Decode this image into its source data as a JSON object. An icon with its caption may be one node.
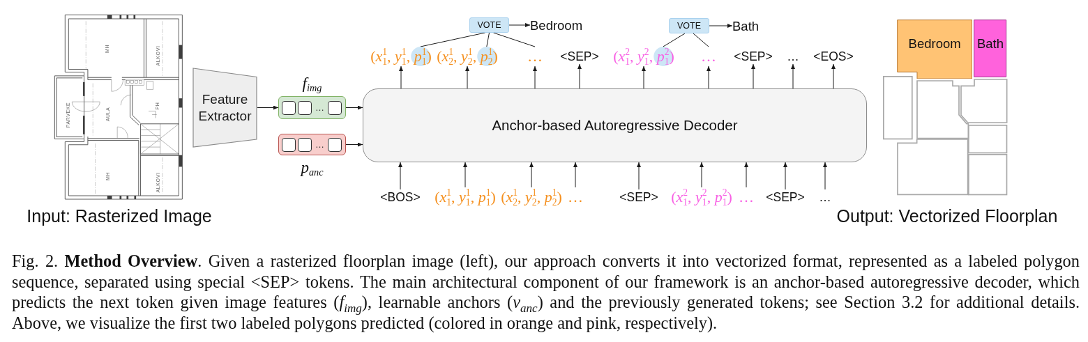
{
  "diagram": {
    "caption": "Fig. 2. **Method Overview**. Given a rasterized floorplan image (left), our approach converts it into vectorized format, represented as a labeled polygon sequence, separated using special <SEP> tokens. The main architectural component of our framework is an anchor-based autoregressive decoder, which predicts the next token given image features (*f*$_{img}$), learnable anchors (*v*$_{anc}$) and the previously generated tokens; see Section 3.2 for additional details. Above, we visualize the first two labeled polygons predicted (colored in orange and pink, respectively).",
    "nodes": [
      {
        "text": [],
        "shape": "picture",
        "beside": [
          "Input: Rasterized Image"
        ]
      },
      {
        "text": [
          "Feature Extractor"
        ]
      },
      {
        "text": [
          "f$_{img}$",
          "…"
        ]
      },
      {
        "text": [
          "…",
          "p$_{anc}$"
        ]
      },
      {
        "text": [
          "VOTE"
        ]
      },
      {
        "text": [
          "Bedroom"
        ]
      },
      {
        "text": [
          "VOTE"
        ]
      },
      {
        "text": [
          "Bath"
        ]
      },
      {
        "text": [
          "(*x*$_{1}$$^{1}$, *y*$_{1}$$^{1}$, *p*$_{1}$$^{1}$)"
        ]
      },
      {
        "text": [
          "(*x*$_{2}$$^{1}$, *y*$_{2}$$^{1}$, *p*$_{2}$$^{1}$)"
        ]
      },
      {
        "text": [
          "…"
        ]
      },
      {
        "text": [
          "<SEP>"
        ]
      },
      {
        "text": [
          "(*x*$_{1}$$^{2}$, *y*$_{1}$$^{2}$, *p*$_{1}$$^{2}$)"
        ]
      },
      {
        "text": [
          "…"
        ]
      },
      {
        "text": [
          "<SEP>"
        ]
      },
      {
        "text": [
          "…"
        ]
      },
      {
        "text": [
          "<EOS>"
        ]
      },
      {
        "text": [
          "Anchor-based Autoregressive Decoder"
        ]
      },
      {
        "text": [
          "<BOS>"
        ]
      },
      {
        "text": [
          "(*x*$_{1}$$^{1}$, *y*$_{1}$$^{1}$, *p*$_{1}$$^{1}$)"
        ]
      },
      {
        "text": [
          "(*x*$_{2}$$^{1}$, *y*$_{2}$$^{1}$, *p*$_{2}$$^{1}$)"
        ]
      },
      {
        "text": [
          "…"
        ]
      },
      {
        "text": [
          "<SEP>"
        ]
      },
      {
        "text": [
          "(*x*$_{1}$$^{2}$, *y*$_{1}$$^{2}$, *p*$_{1}$$^{2}$)"
        ]
      },
      {
        "text": [
          "…"
        ]
      },
      {
        "text": [
          "<SEP>"
        ]
      },
      {
        "text": [
          "…"
        ]
      },
      {
        "text": [
          "Bedroom"
        ]
      },
      {
        "text": [
          "Bath"
        ]
      },
      {
        "text": [],
        "shape": "box"
      },
      {
        "text": [],
        "shape": "polygon"
      },
      {
        "text": [],
        "shape": "polygon"
      },
      {
        "text": [],
        "shape": "box"
      },
      {
        "text": [],
        "shape": "polygon"
      },
      {
        "text": [],
        "shape": "box"
      }
    ],
    "edges": [
      {
        "from": 1,
        "to": 2,
        "arrow": "to"
      },
      {
        "from": 2,
        "to": 17,
        "arrow": "to"
      },
      {
        "from": 3,
        "to": 17,
        "arrow": "to"
      },
      {
        "from": 17,
        "to": 8,
        "arrow": "to"
      },
      {
        "from": 17,
        "to": 9,
        "arrow": "to"
      },
      {
        "from": 17,
        "to": 10,
        "arrow": "to"
      },
      {
        "from": 17,
        "to": 11,
        "arrow": "to"
      },
      {
        "from": 17,
        "to": 12,
        "arrow": "to"
      },
      {
        "from": 17,
        "to": 13,
        "arrow": "to"
      },
      {
        "from": 17,
        "to": 14,
        "arrow": "to"
      },
      {
        "from": 17,
        "to": 15,
        "arrow": "to"
      },
      {
        "from": 17,
        "to": 16,
        "arrow": "to"
      },
      {
        "from": 18,
        "to": 17,
        "arrow": "to"
      },
      {
        "from": 19,
        "to": 17,
        "arrow": "to"
      },
      {
        "from": 20,
        "to": 17,
        "arrow": "to"
      },
      {
        "from": 21,
        "to": 17,
        "arrow": "to"
      },
      {
        "from": 22,
        "to": 17,
        "arrow": "to"
      },
      {
        "from": 23,
        "to": 17,
        "arrow": "to"
      },
      {
        "from": 24,
        "to": 17,
        "arrow": "to"
      },
      {
        "from": 25,
        "to": 17,
        "arrow": "to"
      },
      {
        "from": 26,
        "to": 17,
        "arrow": "to"
      },
      {
        "from": 4,
        "to": 8,
        "arrow": "none"
      },
      {
        "from": 4,
        "to": 9,
        "arrow": "none"
      },
      {
        "from": 4,
        "to": 10,
        "arrow": "none"
      },
      {
        "from": 4,
        "to": 5,
        "arrow": "to"
      },
      {
        "from": 6,
        "to": 12,
        "arrow": "none"
      },
      {
        "from": 6,
        "to": 13,
        "arrow": "none"
      },
      {
        "from": 6,
        "to": 7,
        "arrow": "to"
      }
    ],
    "labels": [
      "MH",
      "ALKOVI",
      "PH",
      "PARVEKE",
      "AULA",
      "MH",
      "ALKOVI",
      "Output: Vectorized Floorplan"
    ]
  }
}
